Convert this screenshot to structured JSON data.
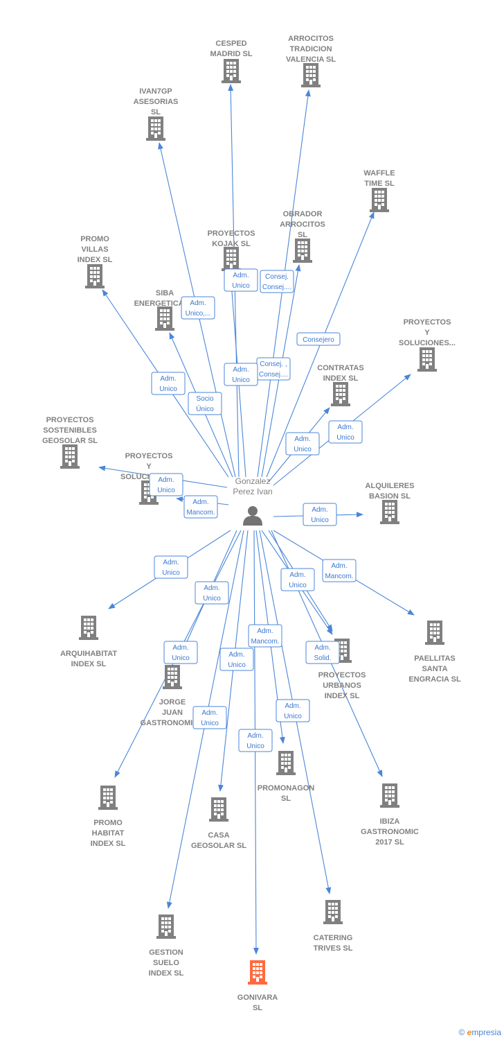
{
  "person": {
    "id": "center",
    "label_lines": [
      "Gonzalez",
      "Perez Ivan"
    ],
    "icon": "person-icon"
  },
  "colors": {
    "edge": "#4a86d8",
    "building": "#808080",
    "focus_building": "#ff6a3d",
    "label": "#808080"
  },
  "companies": [
    {
      "id": "cesped",
      "lines": [
        "CESPED",
        "MADRID SL"
      ],
      "focus": false
    },
    {
      "id": "arrocitos-tradicion",
      "lines": [
        "ARROCITOS",
        "TRADICION",
        "VALENCIA  SL"
      ],
      "focus": false
    },
    {
      "id": "ivan7gp",
      "lines": [
        "IVAN7GP",
        "ASESORIAS",
        "SL"
      ],
      "focus": false
    },
    {
      "id": "waffle",
      "lines": [
        "WAFFLE",
        "TIME  SL"
      ],
      "focus": false
    },
    {
      "id": "obrador",
      "lines": [
        "OBRADOR",
        "ARROCITOS",
        "SL"
      ],
      "focus": false
    },
    {
      "id": "kojak",
      "lines": [
        "PROYECTOS",
        "KOJAK  SL"
      ],
      "focus": false
    },
    {
      "id": "promo-villas",
      "lines": [
        "PROMO",
        "VILLAS",
        "INDEX  SL"
      ],
      "focus": false
    },
    {
      "id": "siba",
      "lines": [
        "SIBA",
        "ENERGETICA SL"
      ],
      "focus": false
    },
    {
      "id": "proy-sol-1",
      "lines": [
        "PROYECTOS",
        "Y",
        "SOLUCIONES..."
      ],
      "focus": false
    },
    {
      "id": "contratas",
      "lines": [
        "CONTRATAS",
        "INDEX  SL"
      ],
      "focus": false
    },
    {
      "id": "sostenibles",
      "lines": [
        "PROYECTOS",
        "SOSTENIBLES",
        "GEOSOLAR  SL"
      ],
      "focus": false
    },
    {
      "id": "proy-sol-2",
      "lines": [
        "PROYECTOS",
        "Y",
        "SOLUCIONES..."
      ],
      "focus": false
    },
    {
      "id": "alquileres",
      "lines": [
        "ALQUILERES",
        "BASION  SL"
      ],
      "focus": false
    },
    {
      "id": "arquihabitat",
      "lines": [
        "ARQUIHABITAT",
        "INDEX  SL"
      ],
      "focus": false
    },
    {
      "id": "paellitas",
      "lines": [
        "PAELLITAS",
        "SANTA",
        "ENGRACIA  SL"
      ],
      "focus": false
    },
    {
      "id": "jorge-juan",
      "lines": [
        "JORGE",
        "JUAN",
        "GASTRONOMIC..."
      ],
      "focus": false
    },
    {
      "id": "urbanos",
      "lines": [
        "PROYECTOS",
        "URBANOS",
        "INDEX  SL"
      ],
      "focus": false
    },
    {
      "id": "promonagon",
      "lines": [
        "PROMONAGON",
        "SL"
      ],
      "focus": false
    },
    {
      "id": "promo-habitat",
      "lines": [
        "PROMO",
        "HABITAT",
        "INDEX  SL"
      ],
      "focus": false
    },
    {
      "id": "casa-geosolar",
      "lines": [
        "CASA",
        "GEOSOLAR  SL"
      ],
      "focus": false
    },
    {
      "id": "ibiza",
      "lines": [
        "IBIZA",
        "GASTRONOMIC",
        "2017  SL"
      ],
      "focus": false
    },
    {
      "id": "gestion-suelo",
      "lines": [
        "GESTION",
        "SUELO",
        "INDEX  SL"
      ],
      "focus": false
    },
    {
      "id": "catering",
      "lines": [
        "CATERING",
        "TRIVES  SL"
      ],
      "focus": false
    },
    {
      "id": "gonivara",
      "lines": [
        "GONIVARA",
        "SL"
      ],
      "focus": true
    }
  ],
  "edges": [
    {
      "to": "cesped",
      "role": [
        "Adm.",
        "Unico"
      ]
    },
    {
      "to": "arrocitos-tradicion",
      "role": [
        "Consej. ,",
        "Consej...."
      ]
    },
    {
      "to": "ivan7gp",
      "role": [
        "Adm.",
        "Unico,..."
      ]
    },
    {
      "to": "waffle",
      "role": [
        "Consejero"
      ]
    },
    {
      "to": "obrador",
      "role": [
        "Consej.",
        "Consej...."
      ]
    },
    {
      "to": "kojak",
      "role": [
        "Adm.",
        "Unico"
      ]
    },
    {
      "to": "promo-villas",
      "role": [
        "Adm.",
        "Unico"
      ]
    },
    {
      "to": "siba",
      "role": [
        "Socio",
        "Único"
      ]
    },
    {
      "to": "proy-sol-1",
      "role": [
        "Adm.",
        "Unico"
      ]
    },
    {
      "to": "contratas",
      "role": [
        "Adm.",
        "Unico"
      ]
    },
    {
      "to": "sostenibles",
      "role": [
        "Adm.",
        "Unico"
      ]
    },
    {
      "to": "proy-sol-2",
      "role": [
        "Adm.",
        "Mancom."
      ]
    },
    {
      "to": "alquileres",
      "role": [
        "Adm.",
        "Unico"
      ]
    },
    {
      "to": "arquihabitat",
      "role": [
        "Adm.",
        "Unico"
      ]
    },
    {
      "to": "paellitas",
      "role": [
        "Adm.",
        "Mancom."
      ]
    },
    {
      "to": "jorge-juan",
      "role": [
        "Adm.",
        "Unico"
      ]
    },
    {
      "to": "urbanos",
      "role": [
        "Adm.",
        "Unico"
      ]
    },
    {
      "to": "urbanos",
      "role": [
        "Adm.",
        "Solid."
      ]
    },
    {
      "to": "promonagon",
      "role": [
        "Adm.",
        "Mancom."
      ]
    },
    {
      "to": "promo-habitat",
      "role": [
        "Adm.",
        "Unico"
      ]
    },
    {
      "to": "casa-geosolar",
      "role": [
        "Adm.",
        "Unico"
      ]
    },
    {
      "to": "ibiza",
      "role": [
        "Adm.",
        "Unico"
      ]
    },
    {
      "to": "gestion-suelo",
      "role": [
        "Adm.",
        "Unico"
      ]
    },
    {
      "to": "catering",
      "role": [
        "Adm.",
        "Unico"
      ]
    },
    {
      "to": "gonivara",
      "role": [
        "Adm.",
        "Unico"
      ]
    }
  ],
  "brand": {
    "copyright": "©",
    "e": "e",
    "name": "mpresia"
  }
}
